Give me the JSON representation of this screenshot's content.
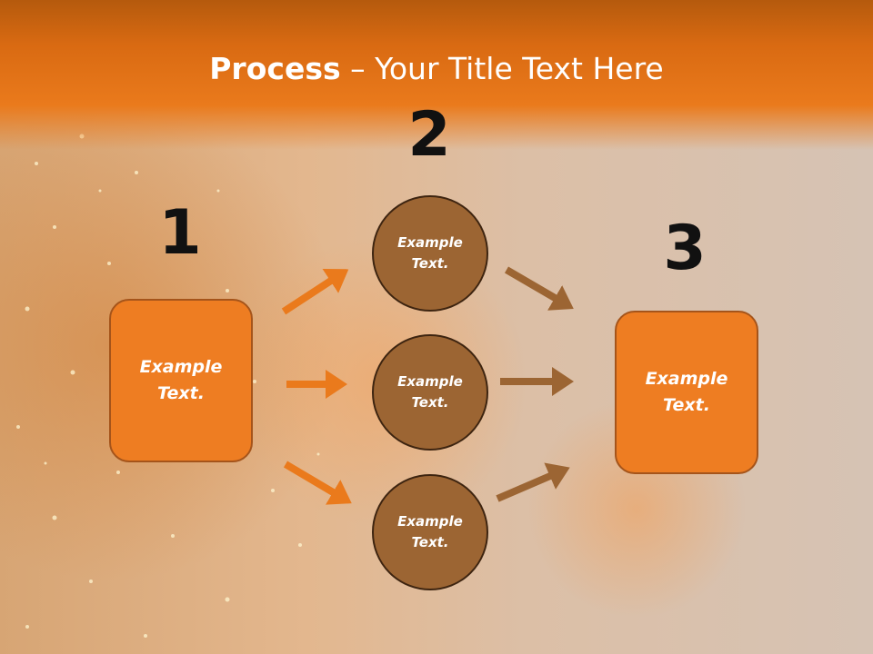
{
  "slide": {
    "title_bold": "Process",
    "title_rest": " – Your Title Text Here"
  },
  "steps": {
    "step1_number": "1",
    "step2_number": "2",
    "step3_number": "3"
  },
  "nodes": {
    "left_box": "Example\nText.",
    "circle_top": "Example\nText.",
    "circle_middle": "Example\nText.",
    "circle_bottom": "Example\nText.",
    "right_box": "Example\nText."
  },
  "colors": {
    "header": "#ea7a1c",
    "box_fill": "#ee7d22",
    "circle_fill": "#9c6533",
    "arrow_orange": "#ea7a1c",
    "arrow_brown": "#9c6533"
  }
}
